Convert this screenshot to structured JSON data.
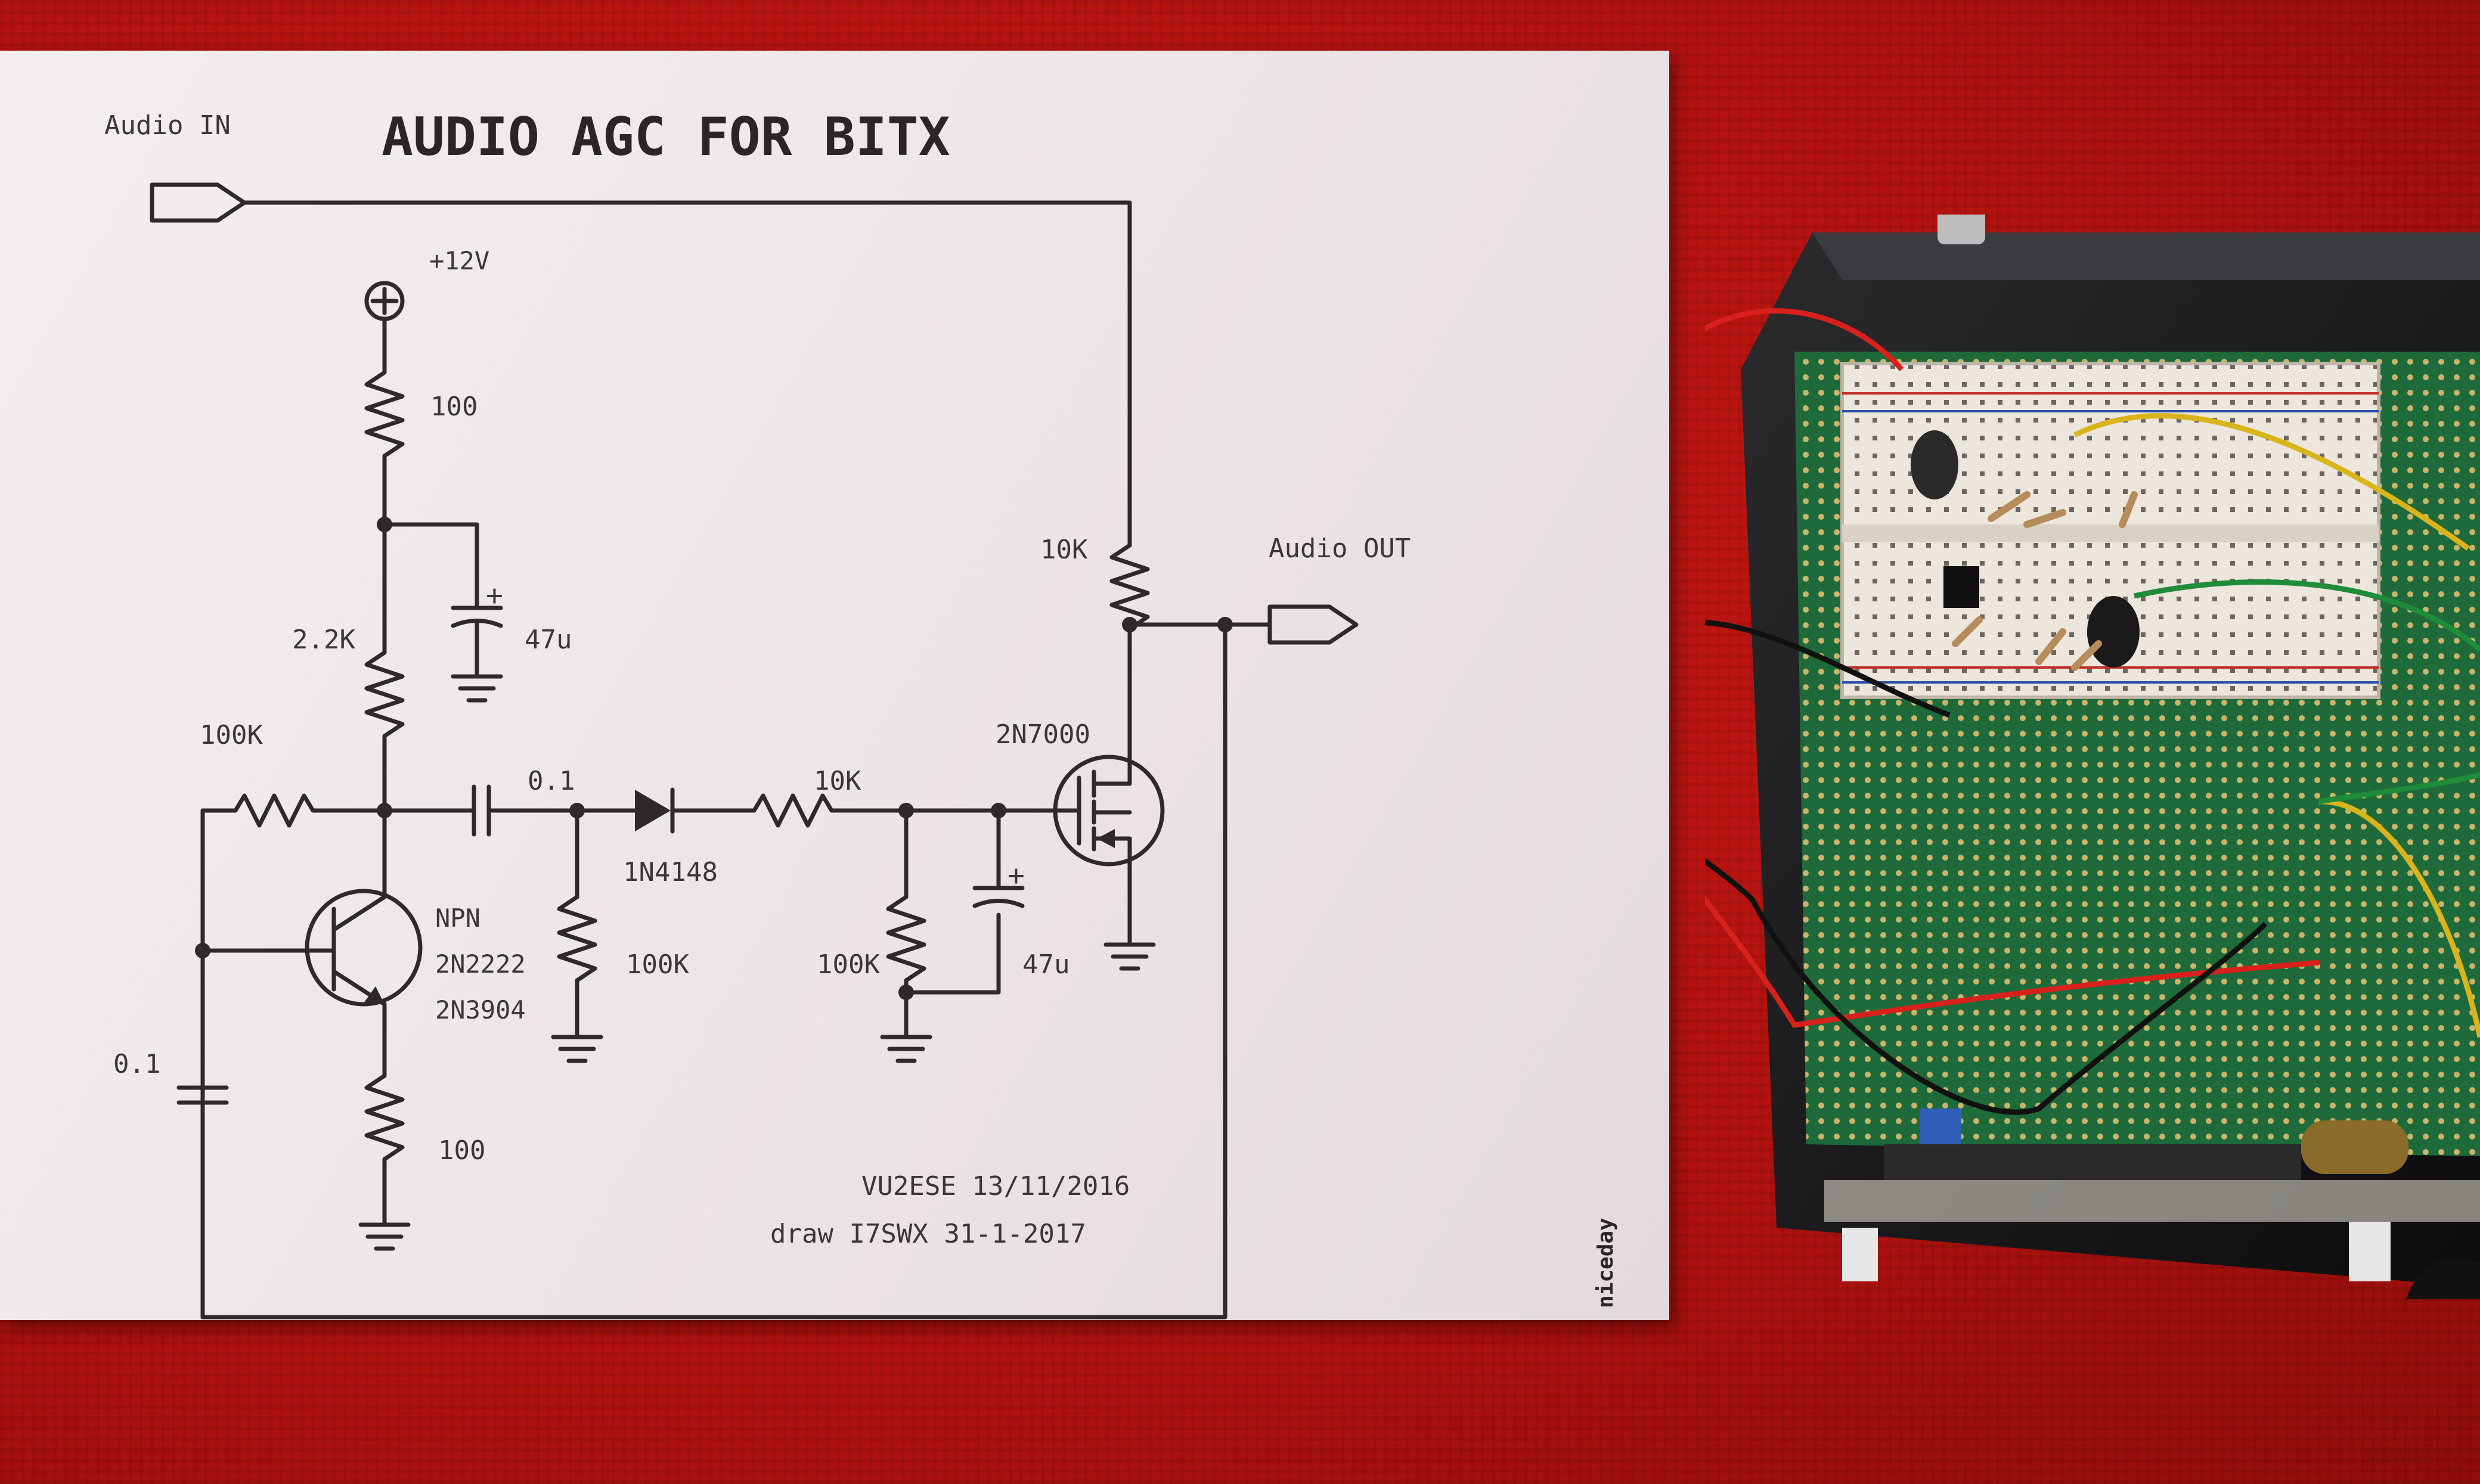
{
  "schematic": {
    "title": "AUDIO AGC FOR BITX",
    "input_label": "Audio IN",
    "output_label": "Audio OUT",
    "supply_label": "+12V",
    "resistors": {
      "r_top": "100",
      "r_mid": "2.2K",
      "r_feedback": "100K",
      "r_emitter": "100",
      "r_drain": "10K",
      "r_series": "10K",
      "r_diode_shunt": "100K",
      "r_gate": "100K"
    },
    "capacitors": {
      "c_supply": "47u",
      "c_coupling": "0.1",
      "c_base": "0.1",
      "c_gate": "47u"
    },
    "diode": "1N4148",
    "transistor": {
      "type": "NPN",
      "part1": "2N2222",
      "part2": "2N3904"
    },
    "mosfet": "2N7000",
    "credit_author": "VU2ESE 13/11/2016",
    "credit_drawer": "draw I7SWX 31-1-2017",
    "paper_brand": "niceday"
  },
  "colors": {
    "background": "#c21612",
    "paper": "#efe8eb",
    "ink": "#2e2a2c",
    "pcb": "#1e6a3a",
    "breadboard": "#ece6dc",
    "wire_red": "#d8211c",
    "wire_black": "#111111",
    "wire_yellow": "#d9b41a",
    "wire_green": "#1f8c3a"
  }
}
